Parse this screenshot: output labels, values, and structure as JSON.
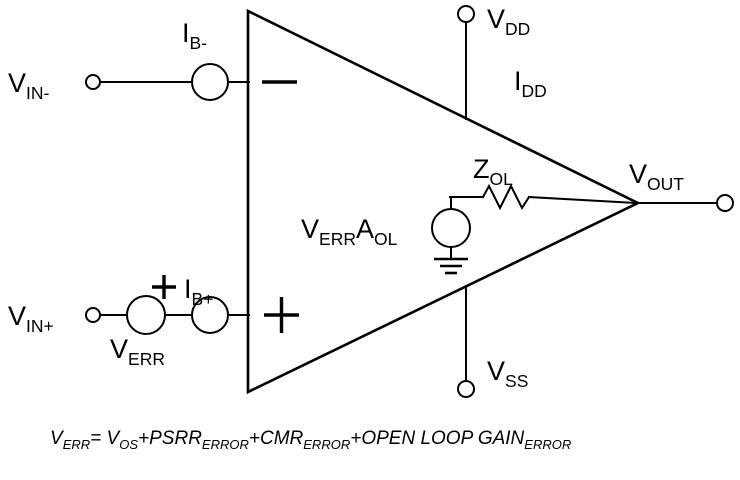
{
  "diagram": {
    "type": "op-amp-error-model-schematic",
    "title_equation": {
      "lhs": "V",
      "lhs_sub": "ERR",
      "eq_sign": "=",
      "terms": [
        {
          "base": "V",
          "sub": "OS",
          "op": ""
        },
        {
          "base": "PSRR",
          "sub": "ERROR",
          "op": "+"
        },
        {
          "base": "CMR",
          "sub": "ERROR",
          "op": "+"
        },
        {
          "base": "OPEN LOOP GAIN",
          "sub": "ERROR",
          "op": "+"
        }
      ],
      "full_text": "VERR= VOS+PSRRERROR+CMRERROR+OPEN LOOP GAINERROR"
    },
    "labels": {
      "vin_minus": {
        "base": "V",
        "sub": "IN-"
      },
      "vin_plus": {
        "base": "V",
        "sub": "IN+"
      },
      "ib_minus": {
        "base": "I",
        "sub": "B-"
      },
      "ib_plus": {
        "base": "I",
        "sub": "B+"
      },
      "verr": {
        "base": "V",
        "sub": "ERR"
      },
      "vdd": {
        "base": "V",
        "sub": "DD"
      },
      "idd": {
        "base": "I",
        "sub": "DD"
      },
      "vss": {
        "base": "V",
        "sub": "SS"
      },
      "vout": {
        "base": "V",
        "sub": "OUT"
      },
      "zol": {
        "base": "Z",
        "sub": "OL"
      },
      "dependent_source_v": {
        "base": "V",
        "sub": "ERR"
      },
      "dependent_source_a": {
        "base": "A",
        "sub": "OL"
      },
      "inverting_sign": "−",
      "noninverting_sign": "+",
      "verr_polarity": "+"
    },
    "colors": {
      "stroke": "#000000",
      "background": "#ffffff"
    }
  }
}
